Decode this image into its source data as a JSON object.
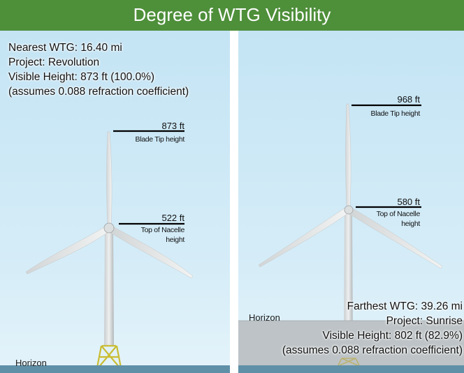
{
  "header": {
    "title": "Degree of WTG Visibility"
  },
  "left_panel": {
    "nearest_line": "Nearest WTG: 16.40 mi",
    "project_line": "Project: Revolution",
    "visible_line": "Visible Height: 873 ft (100.0%)",
    "assumption_line": "(assumes 0.088 refraction coefficient)",
    "blade_tip": {
      "value": "873 ft",
      "label": "Blade Tip height"
    },
    "nacelle": {
      "value": "522 ft",
      "label_line1": "Top of Nacelle",
      "label_line2": "height"
    },
    "horizon_label": "Horizon"
  },
  "right_panel": {
    "farthest_line": "Farthest WTG: 39.26 mi",
    "project_line": "Project: Sunrise",
    "visible_line": "Visible Height: 802 ft (82.9%)",
    "assumption_line": "(assumes 0.088 refraction coefficient)",
    "blade_tip": {
      "value": "968 ft",
      "label": "Blade Tip height"
    },
    "nacelle": {
      "value": "580 ft",
      "label_line1": "Top of Nacelle",
      "label_line2": "height"
    },
    "horizon_label": "Horizon"
  },
  "colors": {
    "header": "#4e8f3a",
    "sky": "#cfe9f6",
    "sea": "#5f90a8",
    "haze": "#bdc3c6",
    "foundation": "#cfc23a",
    "turbine": "#e6e8e9"
  }
}
